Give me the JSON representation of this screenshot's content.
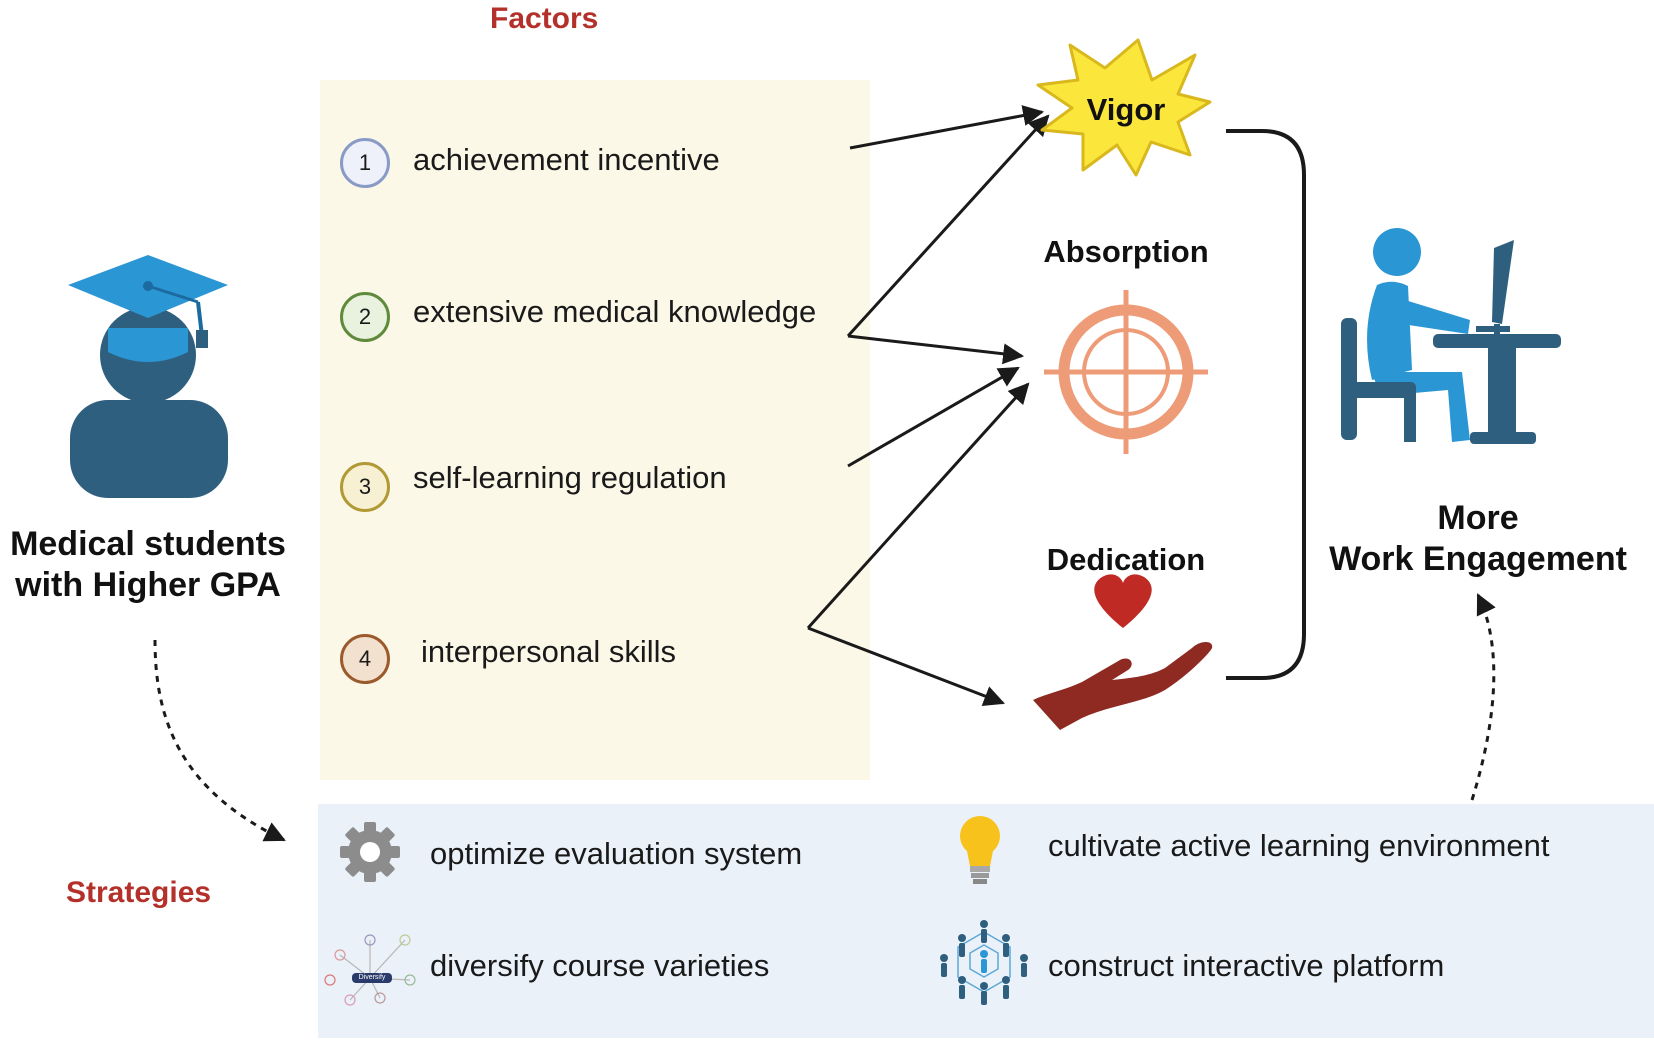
{
  "headings": {
    "factors": "Factors",
    "strategies": "Strategies"
  },
  "subject": {
    "line1": "Medical students",
    "line2": "with Higher GPA"
  },
  "factors": [
    {
      "num": "1",
      "label": "achievement incentive",
      "color": "#8a9ac6",
      "fill": "#eef1fa"
    },
    {
      "num": "2",
      "label": "extensive medical knowledge",
      "color": "#5f8a3c",
      "fill": "#e8f2de"
    },
    {
      "num": "3",
      "label": "self-learning regulation",
      "color": "#b19a36",
      "fill": "#f7f0d2"
    },
    {
      "num": "4",
      "label": "interpersonal skills",
      "color": "#9a5a2c",
      "fill": "#f3e1cf"
    }
  ],
  "engagement_dimensions": {
    "vigor": "Vigor",
    "absorption": "Absorption",
    "dedication": "Dedication"
  },
  "outcome": {
    "line1": "More",
    "line2": "Work Engagement"
  },
  "strategies": [
    {
      "label": "optimize evaluation system",
      "icon": "gear-icon"
    },
    {
      "label": "cultivate active learning environment",
      "icon": "lightbulb-icon"
    },
    {
      "label": "diversify course varieties",
      "icon": "network-diagram-icon",
      "icon_text": "Diversify"
    },
    {
      "label": "construct  interactive platform",
      "icon": "people-network-icon"
    }
  ],
  "colors": {
    "section_title": "#b3312a",
    "student_icon": "#2f5f7e",
    "cap": "#2b96d4",
    "worker": "#2b96d4",
    "desk": "#2f5f7e",
    "vigor_star": "#fbe73c",
    "target": "#ee9b78",
    "heart": "#c02a24",
    "hand": "#8e2a22"
  }
}
